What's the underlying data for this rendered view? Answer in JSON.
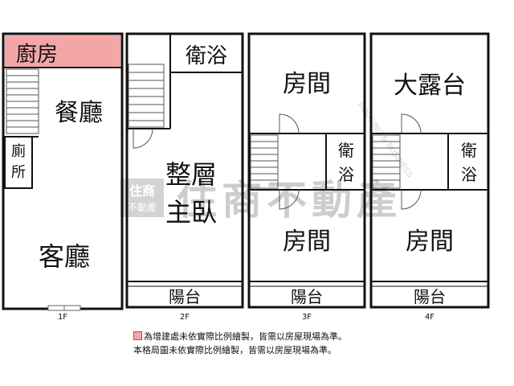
{
  "floors": {
    "f1": {
      "label": "1F",
      "rooms": {
        "kitchen": "廚房",
        "dining": "餐廳",
        "toilet_a": "廁",
        "toilet_b": "所",
        "living": "客廳"
      }
    },
    "f2": {
      "label": "2F",
      "rooms": {
        "bath": "衛浴",
        "master_a": "整層",
        "master_b": "主臥",
        "balcony": "陽台"
      }
    },
    "f3": {
      "label": "3F",
      "rooms": {
        "room_top": "房間",
        "bath_a": "衛",
        "bath_b": "浴",
        "room_bottom": "房間",
        "balcony": "陽台"
      }
    },
    "f4": {
      "label": "4F",
      "rooms": {
        "terrace": "大露台",
        "bath_a": "衛",
        "bath_b": "浴",
        "room_bottom": "房間",
        "balcony": "陽台"
      }
    }
  },
  "watermark": {
    "logo_line1": "住商",
    "logo_line2": "不動產",
    "text": "住商不動產",
    "english": "HOUSING & BUSINESS"
  },
  "legend": {
    "note1": "為增建處未依實際比例繪製，皆需以房屋現場為準。",
    "note2": "本格局圖未依實際比例繪製，皆需以房屋現場為準。"
  },
  "colors": {
    "wall": "#111111",
    "extension": "#f4a6a6",
    "watermark": "#c8c8c8"
  }
}
